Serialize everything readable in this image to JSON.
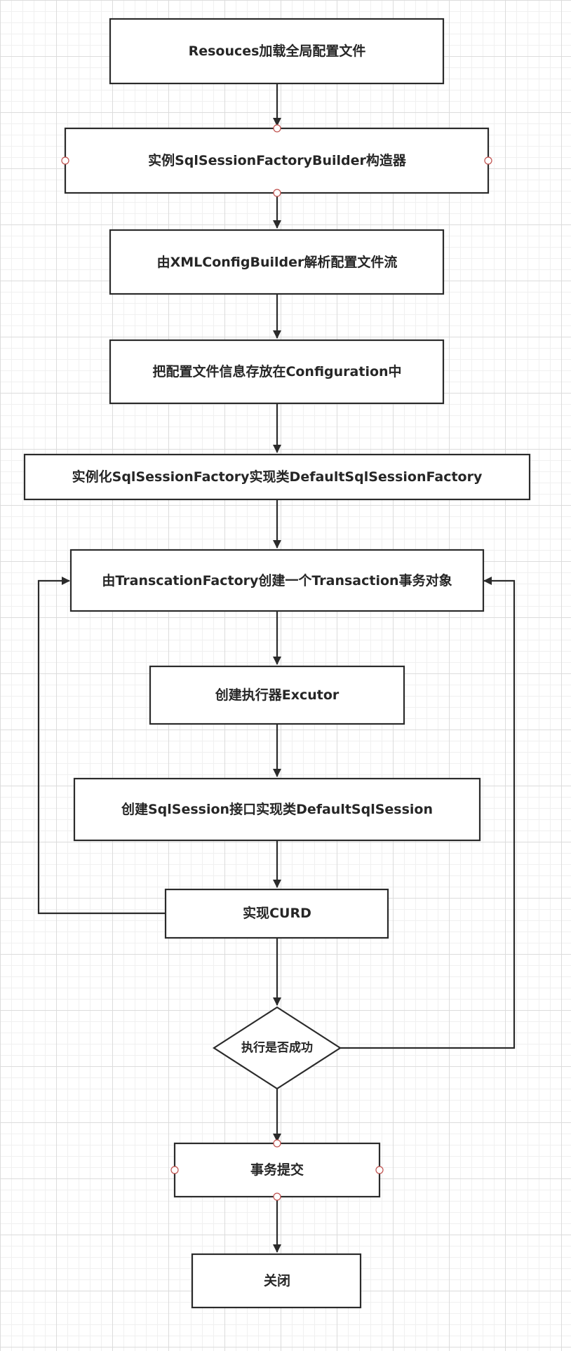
{
  "diagram": {
    "type": "flowchart",
    "nodes": [
      {
        "id": "n1",
        "label": "Resouces加载全局配置文件"
      },
      {
        "id": "n2",
        "label": "实例SqlSessionFactoryBuilder构造器"
      },
      {
        "id": "n3",
        "label": "由XMLConfigBuilder解析配置文件流"
      },
      {
        "id": "n4",
        "label": "把配置文件信息存放在Configuration中"
      },
      {
        "id": "n5",
        "label": "实例化SqlSessionFactory实现类DefaultSqlSessionFactory"
      },
      {
        "id": "n6",
        "label": "由TranscationFactory创建一个Transaction事务对象"
      },
      {
        "id": "n7",
        "label": "创建执行器Excutor"
      },
      {
        "id": "n8",
        "label": "创建SqlSession接口实现类DefaultSqlSession"
      },
      {
        "id": "n9",
        "label": "实现CURD"
      },
      {
        "id": "n10",
        "label": "执行是否成功"
      },
      {
        "id": "n11",
        "label": "事务提交"
      },
      {
        "id": "n12",
        "label": "关闭"
      }
    ],
    "colors": {
      "stroke": "#2b2b2b",
      "text": "#262626",
      "port": "#c0504d",
      "grid_major": "#dcdcdc",
      "grid_minor": "#f0f0f0"
    }
  }
}
